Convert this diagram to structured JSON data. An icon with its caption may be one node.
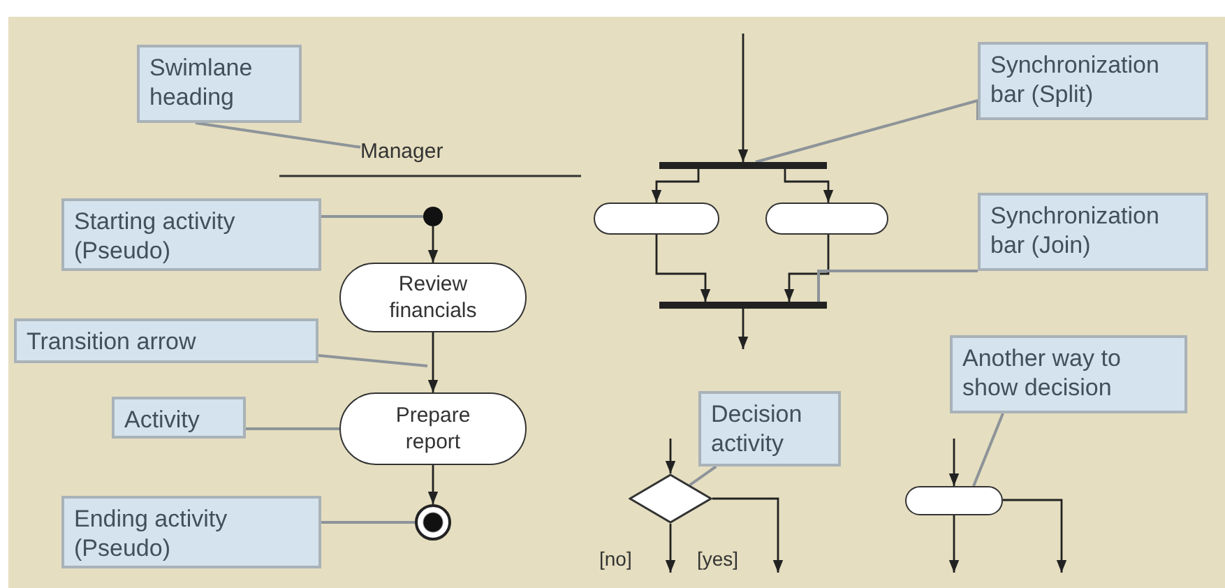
{
  "diagram": {
    "nodes": [
      {
        "text": [
          "Swimlane heading"
        ]
      },
      {
        "text": [
          "Manager"
        ]
      },
      {
        "text": [],
        "shape": "circle"
      },
      {
        "text": [
          "Starting activity (Pseudo)"
        ]
      },
      {
        "text": [
          "Review financials"
        ]
      },
      {
        "text": [
          "Transition arrow"
        ]
      },
      {
        "text": [
          "Prepare report"
        ]
      },
      {
        "text": [
          "Activity"
        ]
      },
      {
        "text": [],
        "shape": "circle"
      },
      {
        "text": [
          "Ending activity (Pseudo)"
        ]
      },
      {
        "text": [],
        "shape": "bar"
      },
      {
        "text": [
          "Synchronization bar (Split)"
        ]
      },
      {
        "text": [],
        "shape": "oval"
      },
      {
        "text": [],
        "shape": "oval"
      },
      {
        "text": [],
        "shape": "bar"
      },
      {
        "text": [
          "Synchronization bar (Join)"
        ]
      },
      {
        "text": [
          "Decision activity"
        ]
      },
      {
        "text": [],
        "shape": "diamond"
      },
      {
        "text": [
          "Another way to show decision"
        ]
      },
      {
        "text": [],
        "shape": "oval"
      }
    ],
    "edges": [
      {
        "from": 0,
        "to": 1,
        "arrow": "none",
        "color": "#8d9499"
      },
      {
        "from": 3,
        "to": 2,
        "arrow": "none",
        "color": "#8d9499"
      },
      {
        "from": 2,
        "to": 4,
        "arrow": "to"
      },
      {
        "from": 4,
        "to": 6,
        "arrow": "to"
      },
      {
        "from": 5,
        "to": null,
        "arrow": "none",
        "color": "#8d9499"
      },
      {
        "from": 7,
        "to": 6,
        "arrow": "none",
        "color": "#8d9499"
      },
      {
        "from": 6,
        "to": 8,
        "arrow": "to"
      },
      {
        "from": 9,
        "to": 8,
        "arrow": "none",
        "color": "#8d9499"
      },
      {
        "from": null,
        "to": 10,
        "arrow": "to"
      },
      {
        "from": 10,
        "to": 12,
        "arrow": "to"
      },
      {
        "from": 10,
        "to": 13,
        "arrow": "to"
      },
      {
        "from": 11,
        "to": 10,
        "arrow": "none",
        "color": "#8d9499"
      },
      {
        "from": 12,
        "to": 14,
        "arrow": "to"
      },
      {
        "from": 13,
        "to": 14,
        "arrow": "to"
      },
      {
        "from": 15,
        "to": 14,
        "arrow": "none",
        "color": "#8d9499"
      },
      {
        "from": 14,
        "to": null,
        "arrow": "to"
      },
      {
        "from": null,
        "to": 17,
        "arrow": "to"
      },
      {
        "from": 16,
        "to": 17,
        "arrow": "none",
        "color": "#8d9499"
      },
      {
        "from": 17,
        "to": null,
        "label": "[no]",
        "arrow": "to"
      },
      {
        "from": 17,
        "to": null,
        "label": "[yes]",
        "arrow": "to"
      },
      {
        "from": null,
        "to": 19,
        "arrow": "to"
      },
      {
        "from": 18,
        "to": 19,
        "arrow": "none",
        "color": "#8d9499"
      },
      {
        "from": 19,
        "to": null,
        "arrow": "to"
      },
      {
        "from": 19,
        "to": null,
        "arrow": "to"
      }
    ]
  }
}
